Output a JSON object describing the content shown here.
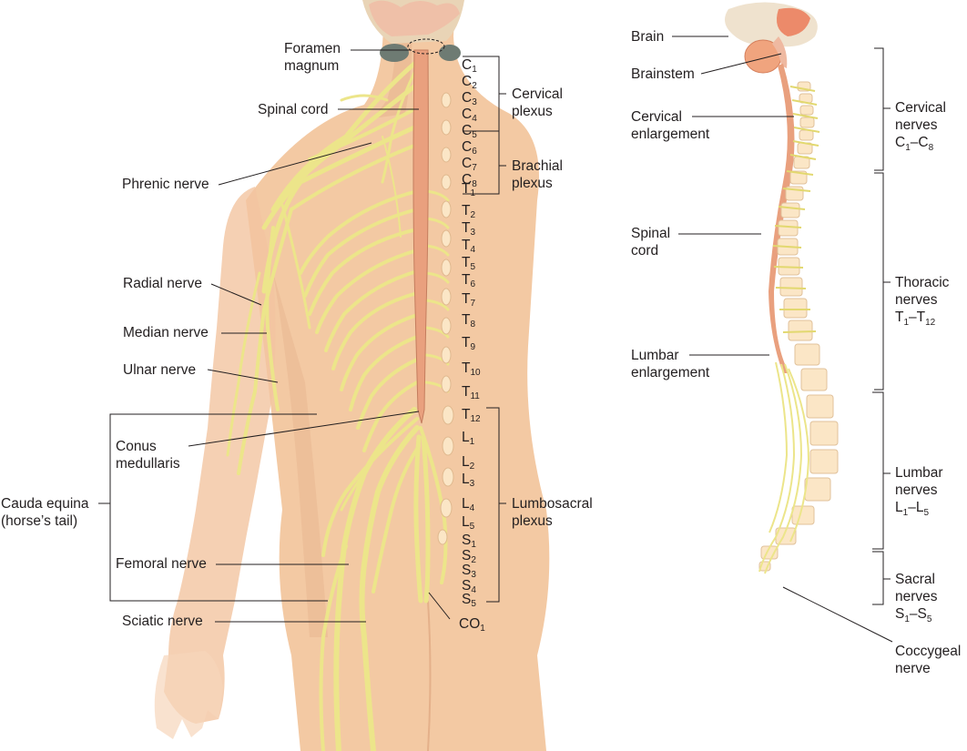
{
  "colors": {
    "skin": "#f3c9a3",
    "skin_shadow": "#e3ad86",
    "nerve": "#ece58a",
    "nerve_dark": "#c9c05a",
    "cord": "#e9a07e",
    "vertebra": "#fbe6c6",
    "brain": "#f0b7a4",
    "line": "#231f20"
  },
  "left_labels": {
    "foramen": [
      "Foramen",
      "magnum"
    ],
    "spinal_cord": "Spinal cord",
    "phrenic": "Phrenic nerve",
    "radial": "Radial nerve",
    "median": "Median nerve",
    "ulnar": "Ulnar nerve",
    "conus": [
      "Conus",
      "medullaris"
    ],
    "cauda": [
      "Cauda equina",
      "(horse’s tail)"
    ],
    "femoral": "Femoral nerve",
    "sciatic": "Sciatic nerve",
    "cervical_plexus": [
      "Cervical",
      "plexus"
    ],
    "brachial_plexus": [
      "Brachial",
      "plexus"
    ],
    "lumbosacral_plexus": [
      "Lumbosacral",
      "plexus"
    ],
    "co1": [
      "CO",
      "1"
    ]
  },
  "segments": [
    {
      "letter": "C",
      "num": "1"
    },
    {
      "letter": "C",
      "num": "2"
    },
    {
      "letter": "C",
      "num": "3"
    },
    {
      "letter": "C",
      "num": "4"
    },
    {
      "letter": "C",
      "num": "5"
    },
    {
      "letter": "C",
      "num": "6"
    },
    {
      "letter": "C",
      "num": "7"
    },
    {
      "letter": "C",
      "num": "8"
    },
    {
      "letter": "T",
      "num": "1"
    },
    {
      "letter": "T",
      "num": "2"
    },
    {
      "letter": "T",
      "num": "3"
    },
    {
      "letter": "T",
      "num": "4"
    },
    {
      "letter": "T",
      "num": "5"
    },
    {
      "letter": "T",
      "num": "6"
    },
    {
      "letter": "T",
      "num": "7"
    },
    {
      "letter": "T",
      "num": "8"
    },
    {
      "letter": "T",
      "num": "9"
    },
    {
      "letter": "T",
      "num": "10"
    },
    {
      "letter": "T",
      "num": "11"
    },
    {
      "letter": "T",
      "num": "12"
    },
    {
      "letter": "L",
      "num": "1"
    },
    {
      "letter": "L",
      "num": "2"
    },
    {
      "letter": "L",
      "num": "3"
    },
    {
      "letter": "L",
      "num": "4"
    },
    {
      "letter": "L",
      "num": "5"
    },
    {
      "letter": "S",
      "num": "1"
    },
    {
      "letter": "S",
      "num": "2"
    },
    {
      "letter": "S",
      "num": "3"
    },
    {
      "letter": "S",
      "num": "4"
    },
    {
      "letter": "S",
      "num": "5"
    }
  ],
  "right_labels": {
    "brain": "Brain",
    "brainstem": "Brainstem",
    "cervical_enl": [
      "Cervical",
      "enlargement"
    ],
    "spinal_cord": [
      "Spinal",
      "cord"
    ],
    "lumbar_enl": [
      "Lumbar",
      "enlargement"
    ],
    "coccygeal": [
      "Coccygeal",
      "nerve"
    ]
  },
  "nerve_groups": {
    "cervical": {
      "l1": "Cervical",
      "l2": "nerves",
      "a": "C",
      "an": "1",
      "sep": "–",
      "b": "C",
      "bn": "8"
    },
    "thoracic": {
      "l1": "Thoracic",
      "l2": "nerves",
      "a": "T",
      "an": "1",
      "sep": "–",
      "b": "T",
      "bn": "12"
    },
    "lumbar": {
      "l1": "Lumbar",
      "l2": "nerves",
      "a": "L",
      "an": "1",
      "sep": "–",
      "b": "L",
      "bn": "5"
    },
    "sacral": {
      "l1": "Sacral",
      "l2": "nerves",
      "a": "S",
      "an": "1",
      "sep": "–",
      "b": "S",
      "bn": "5"
    }
  }
}
